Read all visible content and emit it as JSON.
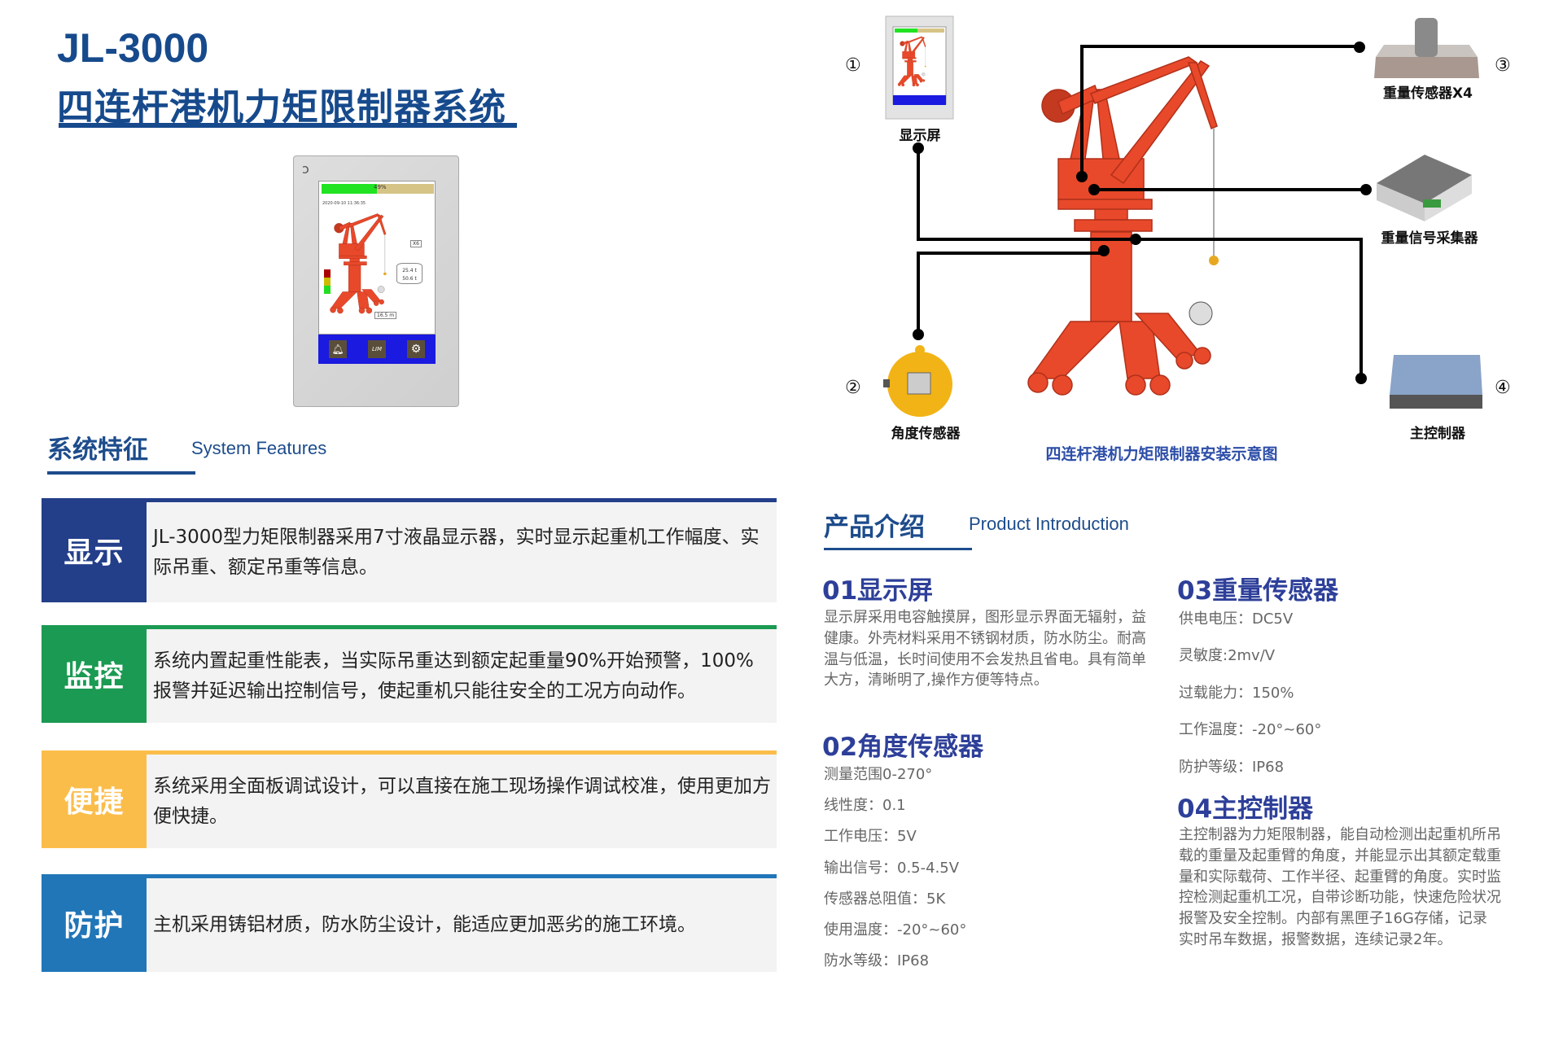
{
  "header": {
    "model": "JL-3000",
    "title": "四连杆港机力矩限制器系统"
  },
  "device_screen": {
    "load_percent_label": "49%",
    "load_percent": 49,
    "datetime": "2020-09-10 11:36:35",
    "rope_parts": "X6",
    "actual_load": "25.4 t",
    "rated_load": "50.6 t",
    "radius": "16.5 m",
    "buttons": [
      "bell-icon",
      "LIM",
      "gear-icon"
    ],
    "lim_label": "LIM"
  },
  "features": {
    "title_cn": "系统特征",
    "title_en": "System Features",
    "items": [
      {
        "label": "显示",
        "color": "#233f8a",
        "text": "JL-3000型力矩限制器采用7寸液晶显示器，实时显示起重机工作幅度、实际吊重、额定吊重等信息。"
      },
      {
        "label": "监控",
        "color": "#1a9a52",
        "text": "系统内置起重性能表，当实际吊重达到额定起重量90%开始预警，100%报警并延迟输出控制信号，使起重机只能往安全的工况方向动作。"
      },
      {
        "label": "便捷",
        "color": "#fbbd4a",
        "text": "系统采用全面板调试设计，可以直接在施工现场操作调试校准，使用更加方便快捷。"
      },
      {
        "label": "防护",
        "color": "#2176b8",
        "text": "主机采用铸铝材质，防水防尘设计，能适应更加恶劣的施工环境。"
      }
    ]
  },
  "diagram": {
    "caption": "四连杆港机力矩限制器安装示意图",
    "components": [
      {
        "num": "①",
        "label": "显示屏"
      },
      {
        "num": "②",
        "label": "角度传感器"
      },
      {
        "num": "③",
        "label": "重量传感器X4"
      },
      {
        "num": "",
        "label": "重量信号采集器"
      },
      {
        "num": "④",
        "label": "主控制器"
      }
    ]
  },
  "product": {
    "title_cn": "产品介绍",
    "title_en": "Product Introduction",
    "p01": {
      "title": "01显示屏",
      "text": "显示屏采用电容触摸屏，图形显示界面无辐射，益健康。外壳材料采用不锈钢材质，防水防尘。耐高温与低温，长时间使用不会发热且省电。具有简单大方，清晰明了,操作方便等特点。"
    },
    "p02": {
      "title": "02角度传感器",
      "specs": [
        "测量范围0-270°",
        "线性度：0.1",
        "工作电压：5V",
        "输出信号：0.5-4.5V",
        "传感器总阻值：5K",
        "使用温度：-20°~60°",
        "防水等级：IP68"
      ]
    },
    "p03": {
      "title": "03重量传感器",
      "specs": [
        "供电电压：DC5V",
        "灵敏度:2mv/V",
        "过载能力：150%",
        "工作温度：-20°~60°",
        "防护等级：IP68"
      ]
    },
    "p04": {
      "title": "04主控制器",
      "text": "主控制器为力矩限制器，能自动检测出起重机所吊载的重量及起重臂的角度，并能显示出其额定载重量和实际载荷、工作半径、起重臂的角度。实时监控检测起重机工况，自带诊断功能，快速危险状况报警及安全控制。内部有黑匣子16G存储，记录实时吊车数据，报警数据，连续记录2年。"
    }
  }
}
